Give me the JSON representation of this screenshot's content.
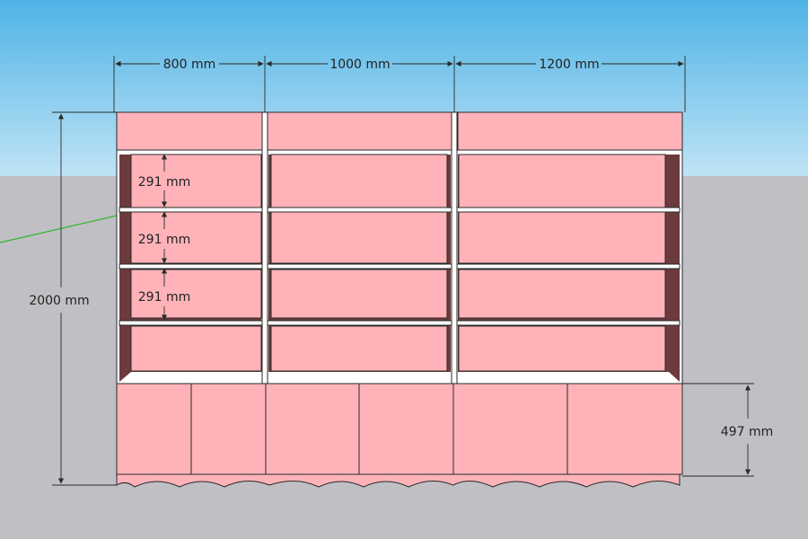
{
  "dimensions": {
    "width_left": "800 mm",
    "width_middle": "1000 mm",
    "width_right": "1200 mm",
    "total_height": "2000 mm",
    "shelf_spacing_1": "291 mm",
    "shelf_spacing_2": "291 mm",
    "shelf_spacing_3": "291 mm",
    "base_height": "497 mm"
  },
  "colors": {
    "sky_top": "#4fb3e6",
    "sky_bottom": "#bfe3f5",
    "ground": "#c0c0c4",
    "panel": "#ffb3b8",
    "interior": "#6b3a3d",
    "edge": "#ffffff",
    "line": "#2a2a2a",
    "axis_green": "#2db52d"
  }
}
